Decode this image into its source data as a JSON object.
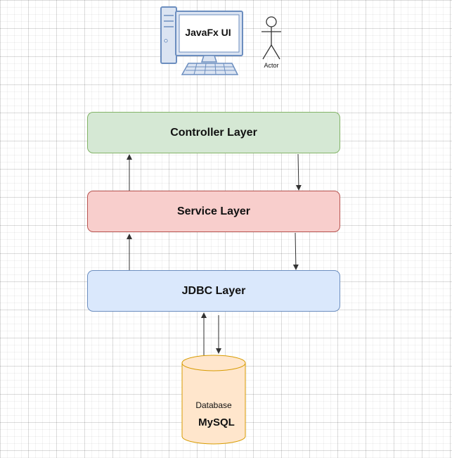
{
  "computer": {
    "screen_label": "JavaFx UI"
  },
  "actor": {
    "label": "Actor"
  },
  "layers": {
    "controller": {
      "label": "Controller Layer",
      "fill": "#d5e8d4",
      "stroke": "#82b366"
    },
    "service": {
      "label": "Service Layer",
      "fill": "#f8cecc",
      "stroke": "#b85450"
    },
    "jdbc": {
      "label": "JDBC Layer",
      "fill": "#dae8fc",
      "stroke": "#6c8ebf"
    }
  },
  "database": {
    "title": "Database",
    "engine": "MySQL",
    "fill": "#ffe6cc",
    "stroke": "#d79b00"
  },
  "colors": {
    "computer_fill": "#dbe4f2",
    "computer_stroke": "#6c8ebf",
    "arrow": "#333333"
  }
}
